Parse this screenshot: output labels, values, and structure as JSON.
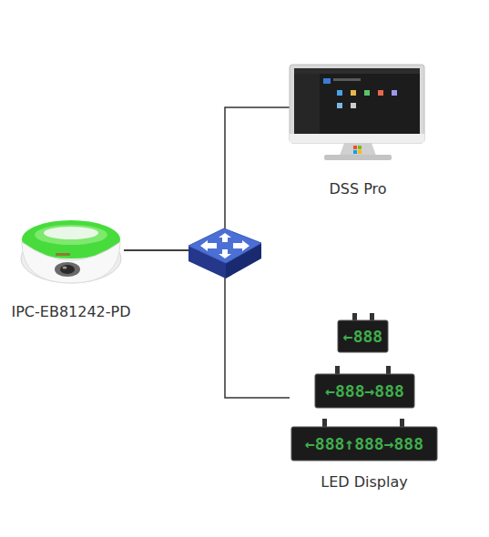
{
  "diagram": {
    "nodes": [
      {
        "text": [
          "IPC-EB81242-PD"
        ]
      },
      {
        "text": [
          "DSS Pro"
        ]
      },
      {
        "text": [
          "LED Display"
        ]
      }
    ],
    "edges": [
      {
        "from": 0,
        "to": 1,
        "arrow": "none"
      },
      {
        "from": 0,
        "to": 2,
        "arrow": "none"
      }
    ],
    "labels": [
      "←888",
      "←888→888",
      "←888↑888→888"
    ]
  }
}
